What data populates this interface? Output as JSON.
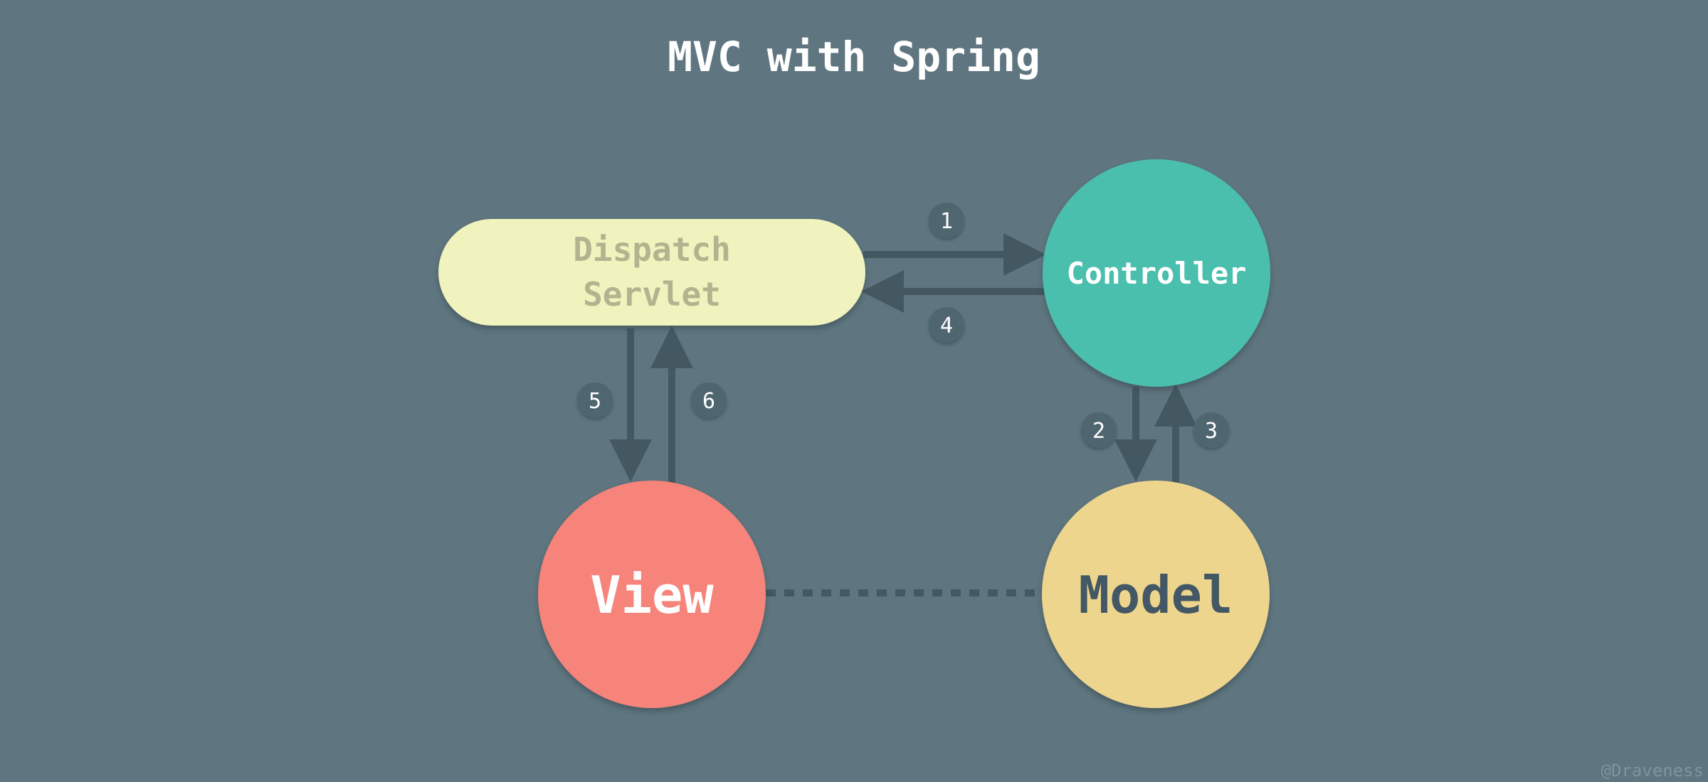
{
  "title": "MVC with Spring",
  "nodes": {
    "dispatch_servlet": {
      "line1": "Dispatch",
      "line2": "Servlet",
      "fill": "#f0f3bd",
      "text_color": "#b3b38f"
    },
    "controller": {
      "label": "Controller",
      "fill": "#4bbfae",
      "text_color": "#ffffff"
    },
    "view": {
      "label": "View",
      "fill": "#f6847a",
      "text_color": "#ffffff"
    },
    "model": {
      "label": "Model",
      "fill": "#edd58e",
      "text_color": "#435864"
    }
  },
  "steps": {
    "step1": "1",
    "step2": "2",
    "step3": "3",
    "step4": "4",
    "step5": "5",
    "step6": "6"
  },
  "colors": {
    "background": "#5f7680",
    "arrow": "#445862",
    "badge": "#4f6671",
    "title": "#ffffff"
  },
  "watermark": "@Draveness"
}
